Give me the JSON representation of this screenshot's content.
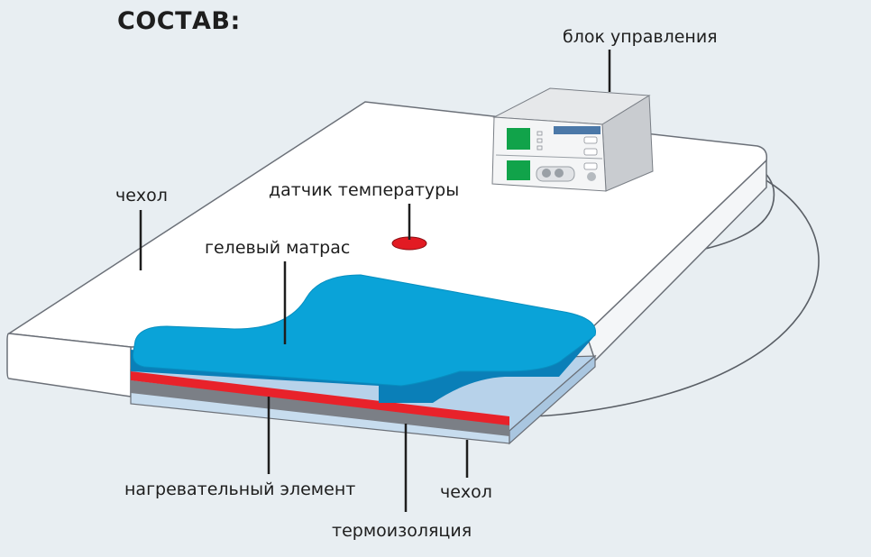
{
  "title": "СОСТАВ:",
  "labels": {
    "control_unit": "блок управления",
    "cover_top": "чехол",
    "temp_sensor": "датчик температуры",
    "gel_mattress": "гелевый матрас",
    "heating_element": "нагревательный элемент",
    "cover_bottom": "чехол",
    "thermal_insulation": "термоизоляция"
  },
  "colors": {
    "background": "#e8eef2",
    "gel": "#0aa3d8",
    "gel_dark": "#0a7fb8",
    "heater": "#e8222a",
    "insulation": "#7b7f86",
    "sensor": "#e21b23",
    "case_bottom": "#b7d2ea"
  }
}
